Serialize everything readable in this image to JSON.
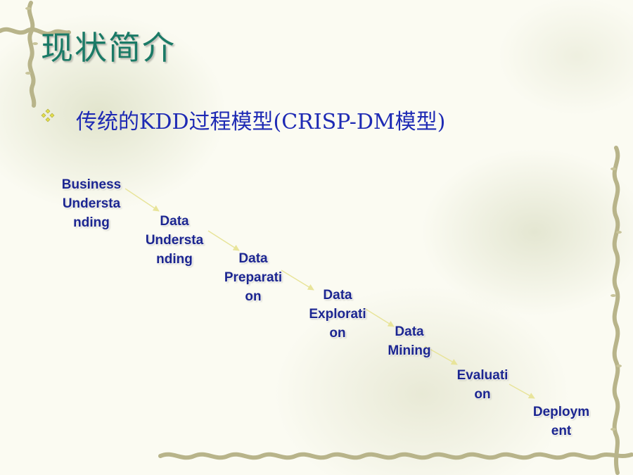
{
  "slide": {
    "title": "现状简介",
    "bullet": {
      "icon": "diamond-cluster-icon",
      "text": "传统的KDD过程模型(CRISP-DM模型)"
    }
  },
  "process_steps": [
    {
      "label": "Business\nUndersta\nnding"
    },
    {
      "label": "Data\nUndersta\nnding"
    },
    {
      "label": "Data\nPreparati\non"
    },
    {
      "label": "Data\nExplorati\non"
    },
    {
      "label": "Data\nMining"
    },
    {
      "label": "Evaluati\non"
    },
    {
      "label": "Deploym\nent"
    }
  ],
  "colors": {
    "title": "#1a7a66",
    "bullet_text": "#1e2ab4",
    "step_text": "#1b2590",
    "arrow": "#e8e49a",
    "bullet_icon": "#e3df4a",
    "vine": "#b8b48a"
  }
}
